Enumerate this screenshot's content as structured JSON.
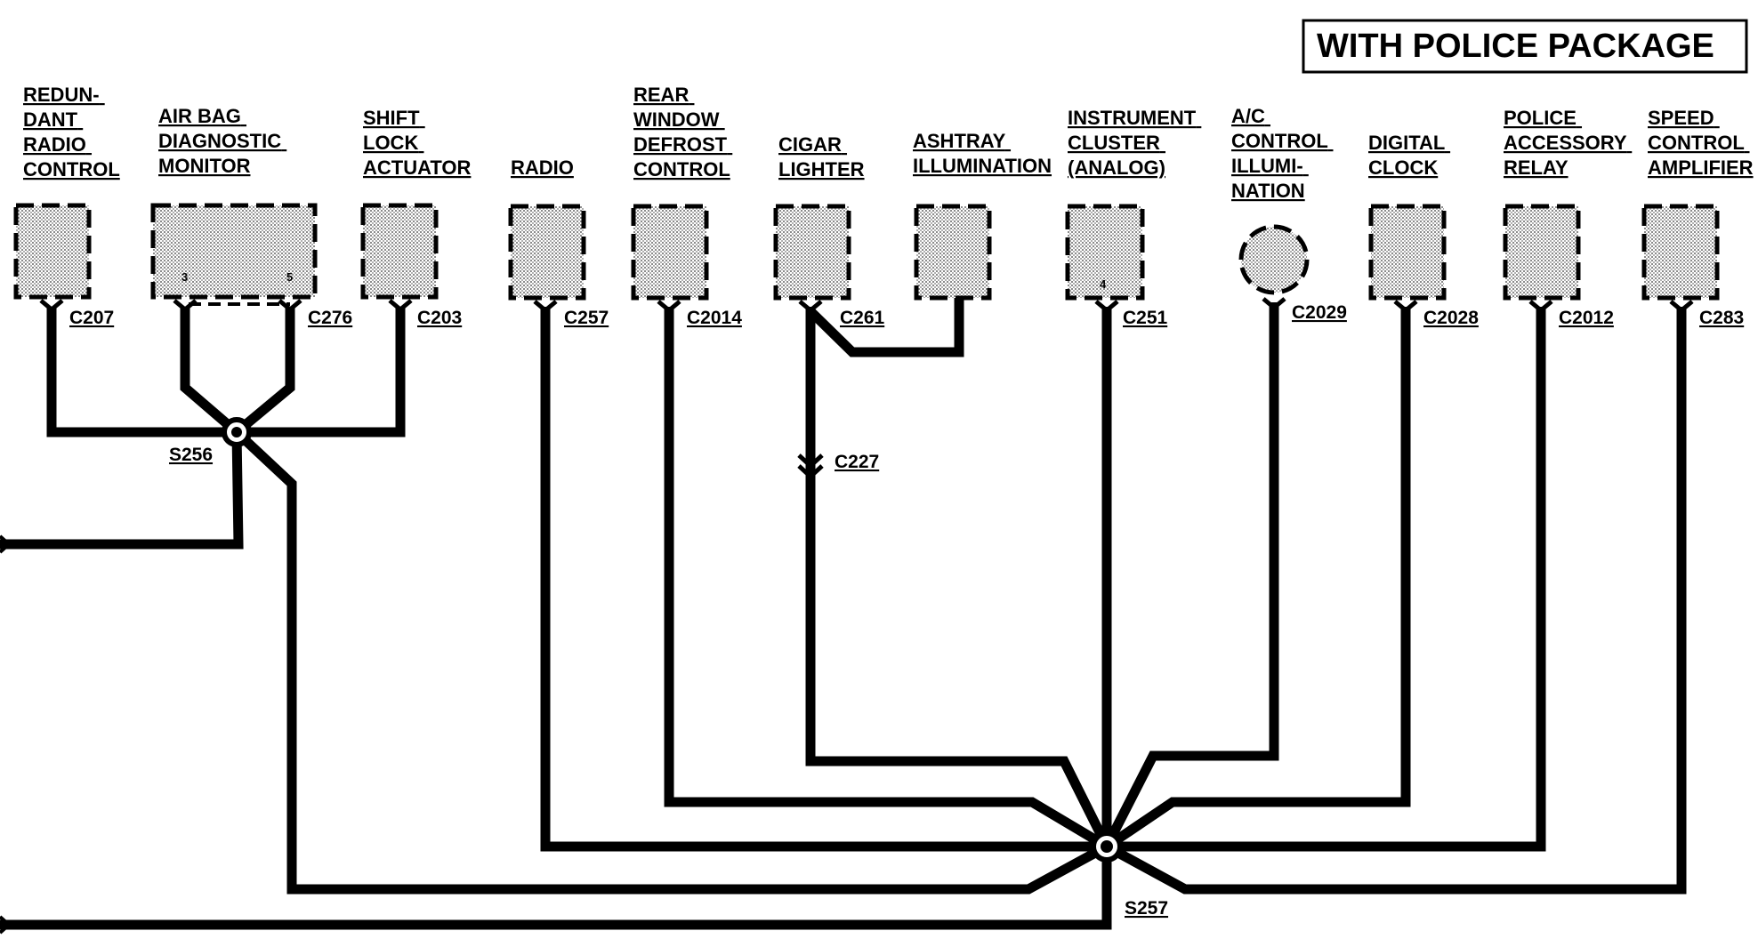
{
  "title": "WITH POLICE PACKAGE",
  "components": [
    {
      "id": "redundant-radio-control",
      "lines": [
        "REDUN-",
        "DANT",
        "RADIO",
        "CONTROL"
      ],
      "connector": "C207"
    },
    {
      "id": "air-bag-diagnostic-monitor",
      "lines": [
        "AIR BAG",
        "DIAGNOSTIC",
        "MONITOR"
      ],
      "connector": "C276",
      "pins": [
        "3",
        "5"
      ]
    },
    {
      "id": "shift-lock-actuator",
      "lines": [
        "SHIFT",
        "LOCK",
        "ACTUATOR"
      ],
      "connector": "C203"
    },
    {
      "id": "radio",
      "lines": [
        "RADIO"
      ],
      "connector": "C257"
    },
    {
      "id": "rear-window-defrost-control",
      "lines": [
        "REAR",
        "WINDOW",
        "DEFROST",
        "CONTROL"
      ],
      "connector": "C2014"
    },
    {
      "id": "cigar-lighter",
      "lines": [
        "CIGAR",
        "LIGHTER"
      ],
      "connector": "C261"
    },
    {
      "id": "ashtray-illumination",
      "lines": [
        "ASHTRAY",
        "ILLUMINATION"
      ]
    },
    {
      "id": "instrument-cluster",
      "lines": [
        "INSTRUMENT",
        "CLUSTER",
        "(ANALOG)"
      ],
      "connector": "C251",
      "pins": [
        "4"
      ]
    },
    {
      "id": "ac-control-illumination",
      "lines": [
        "A/C",
        "CONTROL",
        "ILLUMI-",
        "NATION"
      ],
      "connector": "C2029"
    },
    {
      "id": "digital-clock",
      "lines": [
        "DIGITAL",
        "CLOCK"
      ],
      "connector": "C2028"
    },
    {
      "id": "police-accessory-relay",
      "lines": [
        "POLICE",
        "ACCESSORY",
        "RELAY"
      ],
      "connector": "C2012"
    },
    {
      "id": "speed-control-amplifier",
      "lines": [
        "SPEED",
        "CONTROL",
        "AMPLIFIER"
      ],
      "connector": "C283"
    }
  ],
  "inline_connector": "C227",
  "splices": [
    "S256",
    "S257"
  ]
}
